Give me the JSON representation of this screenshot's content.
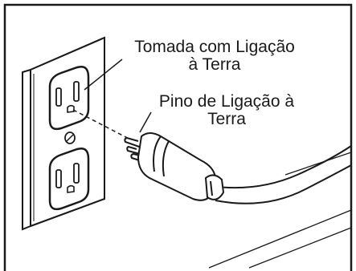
{
  "labels": {
    "outlet_line1": "Tomada com Ligação",
    "outlet_line2": "à Terra",
    "pin_line1": "Pino de Ligação à",
    "pin_line2": "Terra"
  }
}
